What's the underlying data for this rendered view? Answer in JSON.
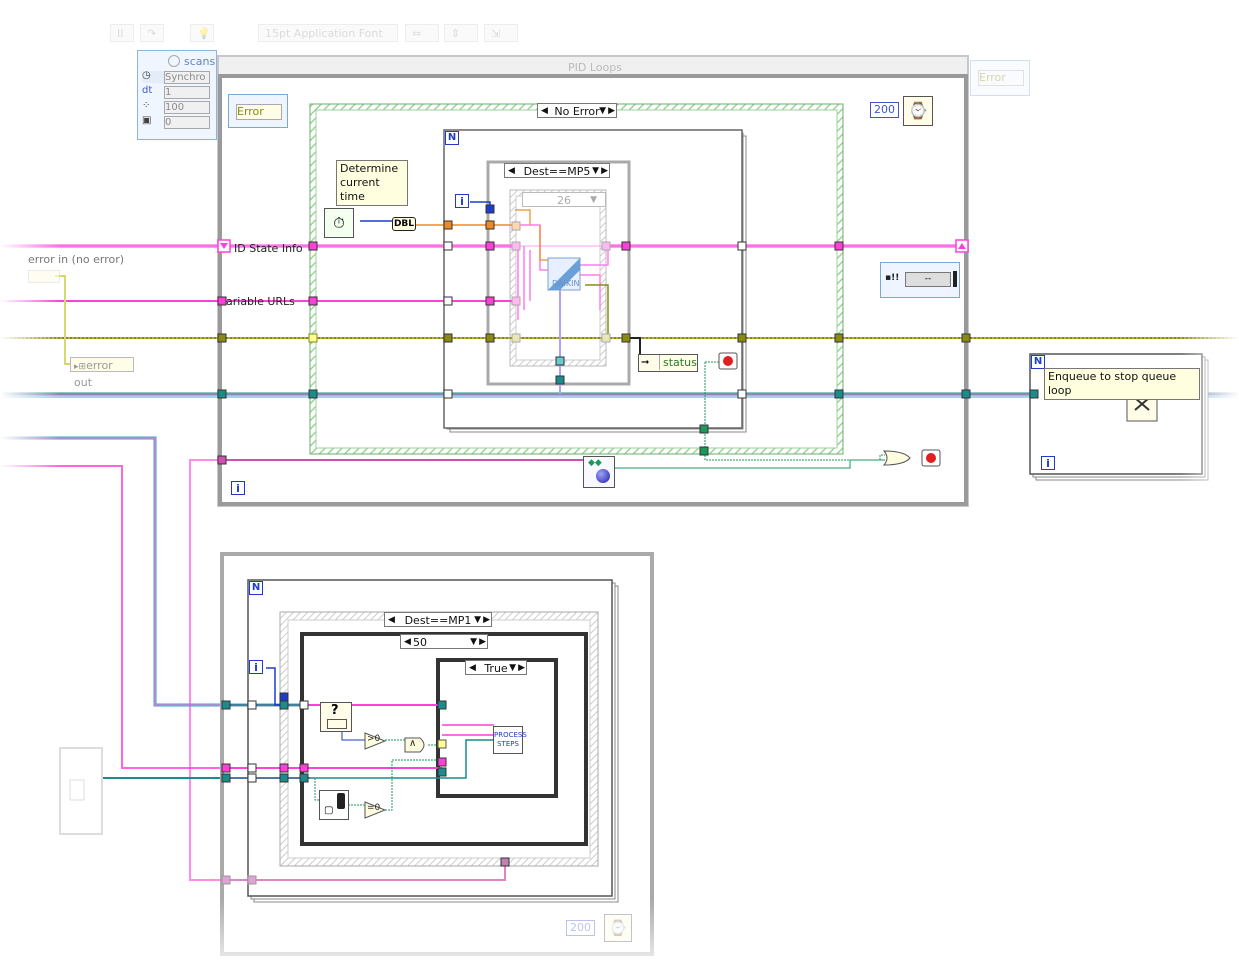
{
  "toolbar": {
    "font_select": "15pt Application Font"
  },
  "cluster": {
    "label": "scans",
    "rows": [
      "Synchro",
      "1",
      "100",
      "0"
    ],
    "row_labels": [
      "",
      "dt",
      "",
      ""
    ]
  },
  "while_loop": {
    "title": "PID Loops",
    "error_in_label": "error in (no error)",
    "error_out_label": "error out",
    "error_case": "No Error",
    "error_indicator_left": "Error",
    "error_indicator_right": "Error",
    "wait_ms": "200",
    "note_time": "Determine current time",
    "dbl_label": "DBL",
    "pid_state_label": "ID State Info",
    "variable_urls_label": "ariable URLs",
    "inner_case": "Dest==MP5",
    "inner_case2": "26",
    "daikin_label": "DAIKIN",
    "status_label": "status",
    "iter_label": "i",
    "for_label": "N",
    "error_cluster_box": "--"
  },
  "right_loop": {
    "note": "Enqueue to stop queue loop",
    "for_label": "N",
    "iter_label": "i"
  },
  "lower_loop": {
    "for_label": "N",
    "iter_label": "i",
    "case_outer": "Dest==MP1",
    "case_mid": "50",
    "case_inner": "True",
    "gt0": ">0",
    "eq0": "=0",
    "and_label": "∧",
    "process_steps": "PROCESS STEPS",
    "wait_ms_faded": "200"
  },
  "colors": {
    "pink": "#ff3fdc",
    "olive": "#8a8a10",
    "teal": "#1a8c8c",
    "blue": "#1e3ccc",
    "case_green": "#9ed29e",
    "orange": "#f08a20"
  }
}
